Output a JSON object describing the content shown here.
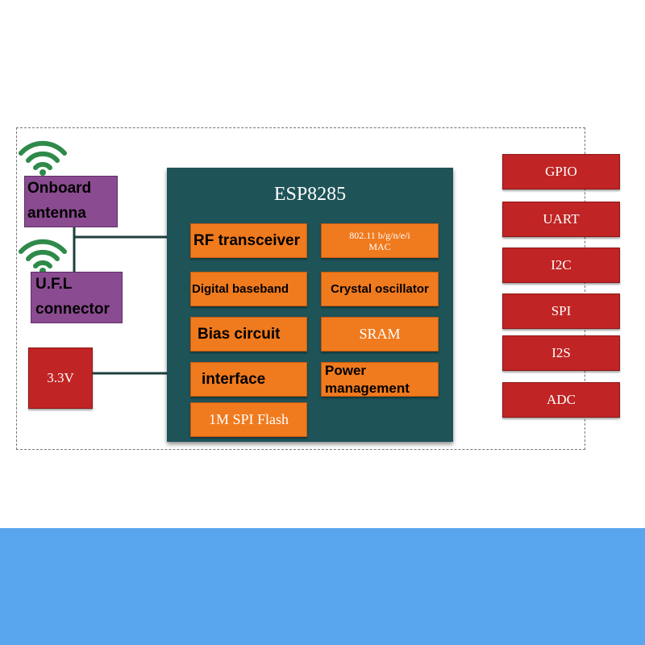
{
  "chip": {
    "title": "ESP8285",
    "blocks": [
      {
        "label": "RF transceiver"
      },
      {
        "label": "802.11 b/g/n/e/i",
        "label2": "MAC"
      },
      {
        "label": "Digital baseband"
      },
      {
        "label": "Crystal oscillator"
      },
      {
        "label": "Bias circuit"
      },
      {
        "label": "SRAM"
      },
      {
        "label": "interface"
      },
      {
        "label": "Power",
        "label2": "management"
      },
      {
        "label": "1M SPI Flash"
      }
    ]
  },
  "left": {
    "antenna": {
      "line1": "Onboard",
      "line2": "antenna"
    },
    "connector": {
      "line1": "U.F.L",
      "line2": "connector"
    },
    "power": {
      "label": "3.3V"
    }
  },
  "interfaces": [
    "GPIO",
    "UART",
    "I2C",
    "SPI",
    "I2S",
    "ADC"
  ],
  "colors": {
    "chip": "#1e5358",
    "orange_block": "#f07a1e",
    "red_block": "#c02424",
    "purple_block": "#8a4b90",
    "wifi_icon": "#2f8a4a",
    "bottom_band": "#5aa6ee"
  },
  "icons": [
    "wifi-icon",
    "wifi-icon"
  ]
}
